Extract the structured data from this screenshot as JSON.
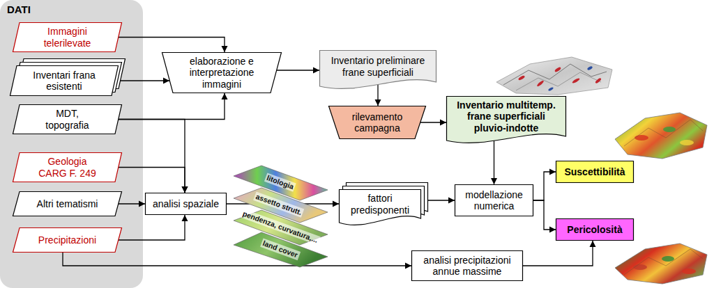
{
  "diagram": {
    "nodes": [
      {
        "text": [
          "DATI"
        ]
      },
      {
        "text": [
          "Immagini telerilevate"
        ],
        "in": 0
      },
      {
        "text": [
          "Inventari frana esistenti"
        ],
        "in": 0
      },
      {
        "text": [
          "MDT, topografia"
        ],
        "in": 0
      },
      {
        "text": [
          "Geologia CARG F. 249"
        ],
        "in": 0
      },
      {
        "text": [
          "Altri tematismi"
        ],
        "in": 0
      },
      {
        "text": [
          "Precipitazioni"
        ],
        "in": 0
      },
      {
        "text": [
          "elaborazione e interpretazione immagini"
        ]
      },
      {
        "text": [
          "Inventario preliminare frane superficiali"
        ]
      },
      {
        "text": [
          "rilevamento campagna"
        ]
      },
      {
        "text": [
          "Inventario multitemp. frane superficiali pluvio-indotte"
        ]
      },
      {
        "text": [
          "analisi spaziale"
        ]
      },
      {
        "text": [
          "fattori predisponenti"
        ]
      },
      {
        "text": [
          "modellazione numerica"
        ]
      },
      {
        "text": [
          "Suscettibilità"
        ]
      },
      {
        "text": [
          "Pericolosità"
        ]
      },
      {
        "text": [
          "analisi precipitazioni annue massime"
        ]
      }
    ],
    "edges": [
      {
        "from": 1,
        "to": 7,
        "arrow": "to"
      },
      {
        "from": 2,
        "to": 7,
        "arrow": "to"
      },
      {
        "from": 3,
        "to": 7,
        "arrow": "to"
      },
      {
        "from": 3,
        "to": 11,
        "arrow": "to"
      },
      {
        "from": 4,
        "to": 11,
        "arrow": "to"
      },
      {
        "from": 5,
        "to": 11,
        "arrow": "to"
      },
      {
        "from": 6,
        "to": 11,
        "arrow": "to"
      },
      {
        "from": 6,
        "to": 16,
        "arrow": "to"
      },
      {
        "from": 7,
        "to": 8,
        "arrow": "to"
      },
      {
        "from": 8,
        "to": 9,
        "arrow": "to"
      },
      {
        "from": 9,
        "to": 10,
        "arrow": "to"
      },
      {
        "from": 10,
        "to": 13,
        "arrow": "to"
      },
      {
        "from": 11,
        "to": 12,
        "arrow": "to"
      },
      {
        "from": 12,
        "to": 13,
        "arrow": "to"
      },
      {
        "from": 13,
        "to": 14,
        "arrow": "to"
      },
      {
        "from": 13,
        "to": 15,
        "arrow": "to"
      },
      {
        "from": 16,
        "to": 15,
        "arrow": "to"
      }
    ],
    "labels": [
      "litologia",
      "assetto strutt.",
      "pendenza, curvatura,...",
      "land cover"
    ]
  }
}
